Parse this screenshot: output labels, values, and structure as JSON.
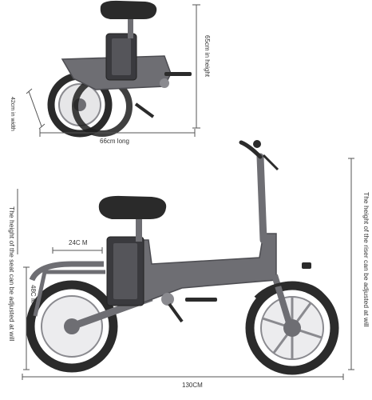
{
  "folded": {
    "height_label": "65cm in height",
    "width_label": "42cm in width",
    "length_label": "66cm long"
  },
  "unfolded": {
    "seat_adjust_label": "The height of the seat can be adjusted at will",
    "riser_adjust_label": "The height of the riser can be adjusted at will",
    "seat_depth_label": "24C M",
    "seat_height_label": "48C M",
    "total_length_label": "130CM"
  },
  "colors": {
    "frame": "#6e6e73",
    "tire": "#2b2b2b",
    "dimension_line": "#555555"
  }
}
